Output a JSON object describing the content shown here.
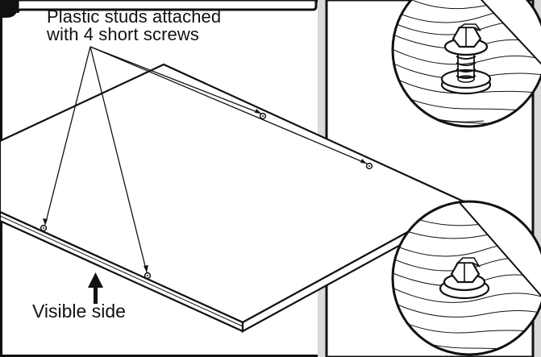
{
  "callouts": {
    "studs_line1": "Plastic studs attached",
    "studs_line2": "with 4 short screws",
    "visible_side": "Visible side"
  },
  "colors": {
    "ink": "#111111",
    "panel_grey": "#d9d9d9",
    "board": "#ffffff"
  },
  "icons": [
    "hex-screw-icon",
    "spring-stud-icon",
    "stud-hole-icon",
    "up-arrow-icon"
  ]
}
